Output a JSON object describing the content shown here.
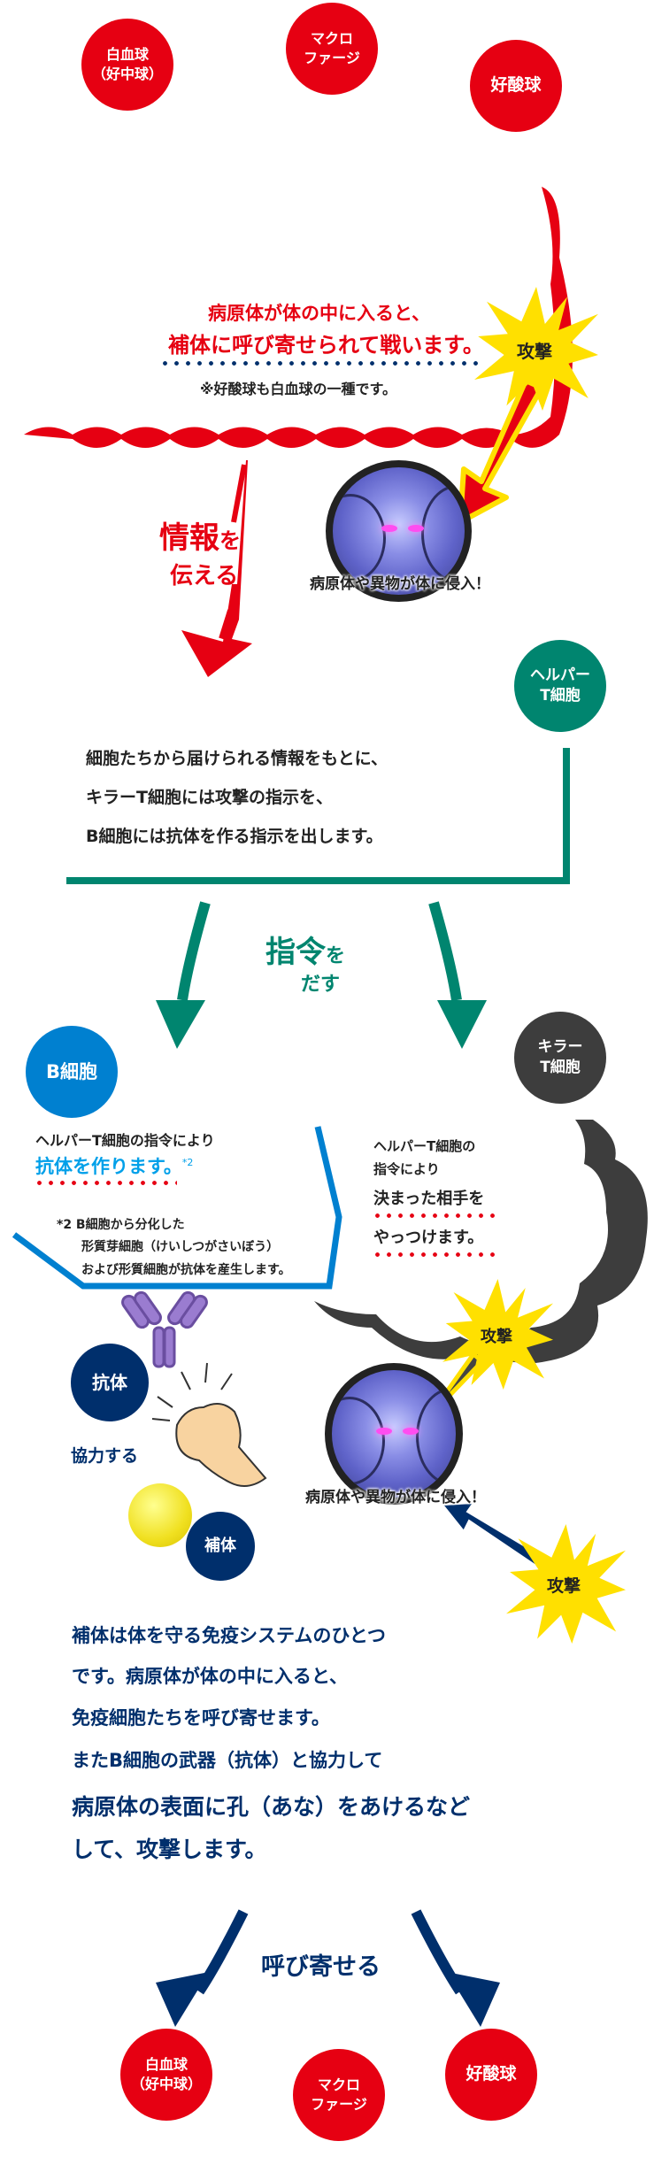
{
  "colors": {
    "red": "#e60012",
    "teal": "#00856f",
    "blue": "#0080d0",
    "navy": "#002f6c",
    "dark": "#3d3d3d",
    "yellow": "#ffe000",
    "lightblue": "#00a0e9"
  },
  "top_cells": [
    {
      "line1": "白血球",
      "line2": "（好中球）"
    },
    {
      "line1": "マクロ",
      "line2": "ファージ"
    },
    {
      "line1": "好酸球",
      "line2": ""
    }
  ],
  "complement_intro": {
    "line1": "病原体が体の中に入ると、",
    "line2": "補体に呼び寄せられて戦います。",
    "note": "※好酸球も白血球の一種です。"
  },
  "attack_label": "攻撃",
  "pathogen_caption": "病原体や異物が体に侵入！",
  "info": {
    "big": "情報",
    "small": "を",
    "line2": "伝える"
  },
  "helper": {
    "line1": "ヘルパー",
    "line2": "T細胞",
    "text": [
      "細胞たちから届けられる情報をもとに、",
      "キラーT細胞には攻撃の指示を、",
      "B細胞には抗体を作る指示を出します。"
    ]
  },
  "command": {
    "big": "指令",
    "small": "を",
    "line2": "だす"
  },
  "b_cell": {
    "label": "B細胞",
    "line1": "ヘルパーT細胞の指令により",
    "highlight": "抗体を作ります。",
    "sup": "*2",
    "footnote": [
      "*2 B細胞から分化した",
      "形質芽細胞（けいしつがさいぼう）",
      "および形質細胞が抗体を産生します。"
    ]
  },
  "killer": {
    "line1": "キラー",
    "line2": "T細胞",
    "text": [
      "ヘルパーT細胞の",
      "指令により",
      "決まった相手を",
      "やっつけます。"
    ]
  },
  "antibody_label": "抗体",
  "cooperate_label": "協力する",
  "complement_label": "補体",
  "summary": [
    "補体は体を守る免疫システムのひとつ",
    "です。病原体が体の中に入ると、",
    "免疫細胞たちを呼び寄せます。",
    "またB細胞の武器（抗体）と協力して",
    "病原体の表面に孔（あな）をあけるなど",
    "して、攻撃します。"
  ],
  "summon_label": "呼び寄せる",
  "bottom_cells": [
    {
      "line1": "白血球",
      "line2": "（好中球）"
    },
    {
      "line1": "マクロ",
      "line2": "ファージ"
    },
    {
      "line1": "好酸球",
      "line2": ""
    }
  ]
}
